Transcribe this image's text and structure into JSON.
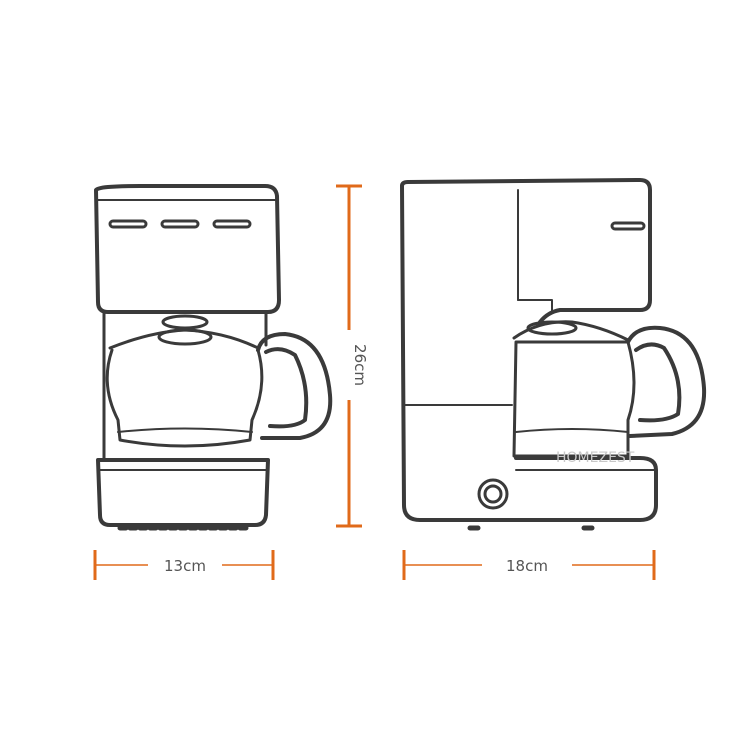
{
  "dimensions": {
    "front_width": "13cm",
    "height": "26cm",
    "side_width": "18cm"
  },
  "watermark": {
    "brand": "HOMEZEST"
  },
  "colors": {
    "dimension_line": "#e06a1a",
    "outline": "#3a3a3a",
    "dimension_text": "#555555"
  }
}
